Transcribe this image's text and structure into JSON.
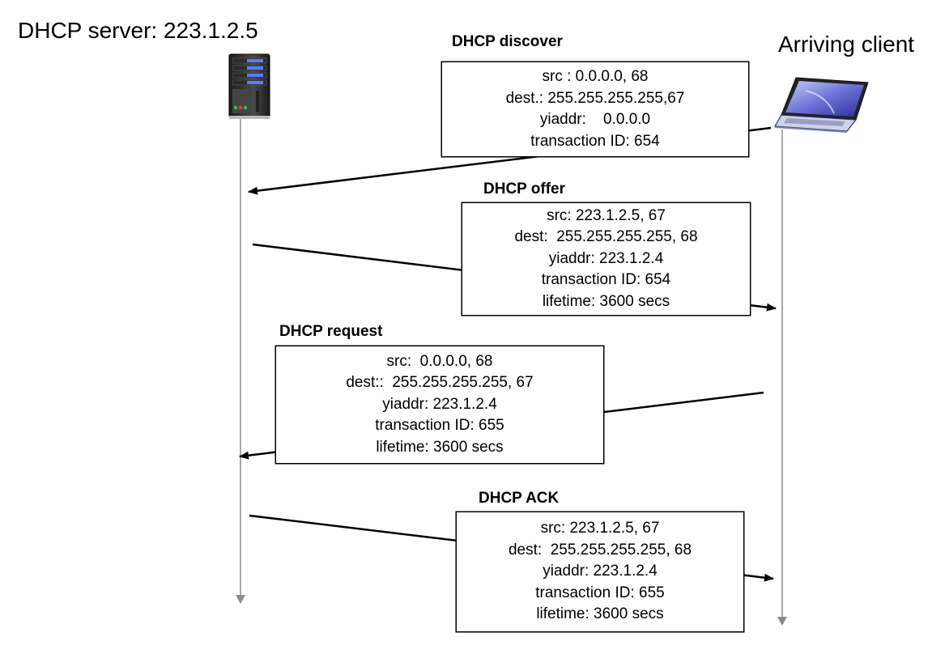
{
  "server": {
    "label": "DHCP server: 223.1.2.5",
    "icon": "server-icon"
  },
  "client": {
    "label": "Arriving client",
    "icon": "laptop-icon"
  },
  "messages": [
    {
      "title": "DHCP discover",
      "lines": [
        "src : 0.0.0.0, 68",
        "dest.: 255.255.255.255,67",
        "yiaddr:    0.0.0.0",
        "transaction ID: 654"
      ]
    },
    {
      "title": "DHCP offer",
      "lines": [
        "src: 223.1.2.5, 67",
        "dest:  255.255.255.255, 68",
        "yiaddr: 223.1.2.4",
        "transaction ID: 654",
        "lifetime: 3600 secs"
      ]
    },
    {
      "title": "DHCP request",
      "lines": [
        "src:  0.0.0.0, 68",
        "dest::  255.255.255.255, 67",
        "yiaddr: 223.1.2.4",
        "transaction ID: 655",
        "lifetime: 3600 secs"
      ]
    },
    {
      "title": "DHCP ACK",
      "lines": [
        "src: 223.1.2.5, 67",
        "dest:  255.255.255.255, 68",
        "yiaddr: 223.1.2.4",
        "transaction ID: 655",
        "lifetime: 3600 secs"
      ]
    }
  ],
  "colors": {
    "timeline": "#8c8c8c",
    "arrow": "#000000",
    "laptop_screen": "#3a3fa8"
  }
}
